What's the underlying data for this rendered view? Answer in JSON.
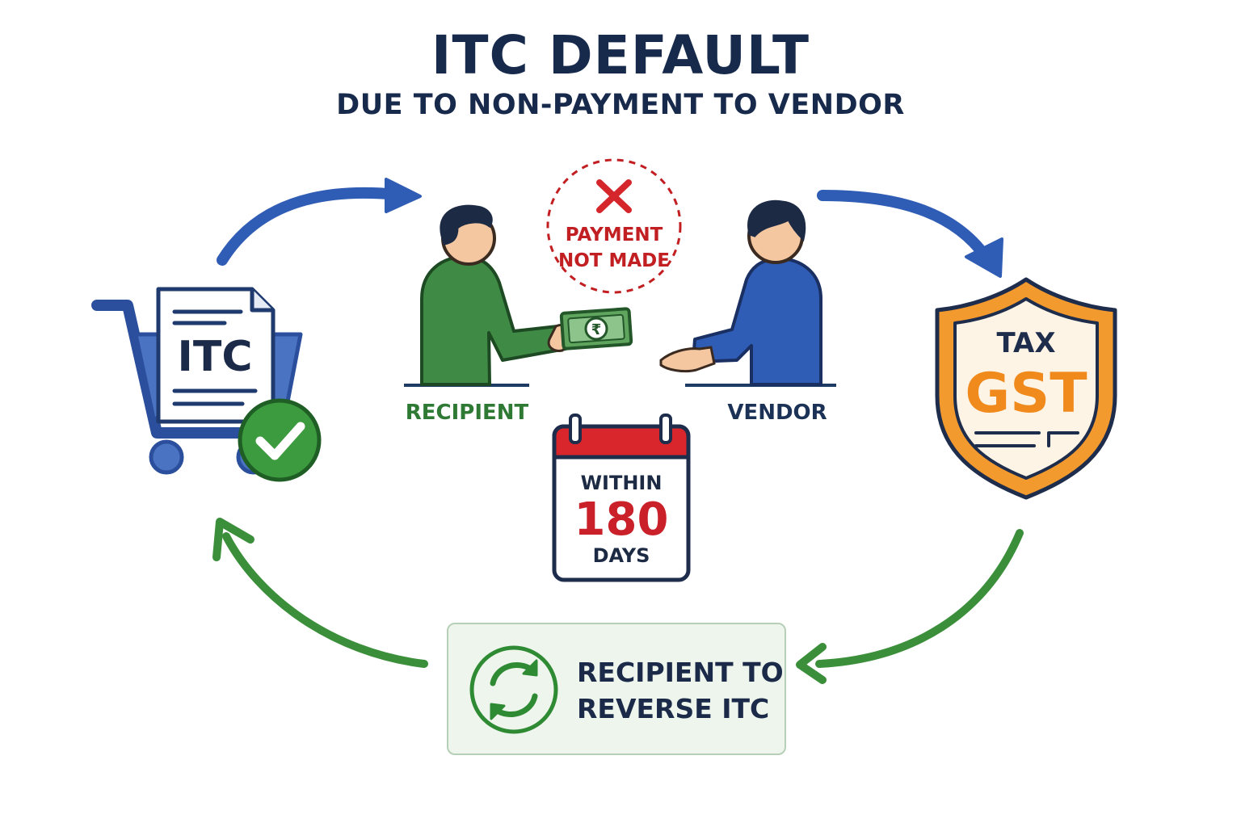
{
  "title": "ITC DEFAULT",
  "subtitle": "DUE TO NON-PAYMENT TO VENDOR",
  "itc_document": {
    "label": "ITC"
  },
  "recipient": {
    "label": "RECIPIENT"
  },
  "vendor": {
    "label": "VENDOR"
  },
  "payment_status": {
    "line1": "PAYMENT",
    "line2": "NOT MADE"
  },
  "calendar": {
    "prefix": "WITHIN",
    "number": "180",
    "unit": "DAYS"
  },
  "tax_shield": {
    "tax": "TAX",
    "gst": "GST"
  },
  "outcome": {
    "line1": "RECIPIENT TO",
    "line2": "REVERSE ITC"
  },
  "colors": {
    "navy": "#172a4c",
    "blue": "#2f5cb4",
    "green": "#3c8f3a",
    "red": "#c9202a",
    "orange": "#f08a1d",
    "shield_fill": "#fdf2e3",
    "box_fill": "#eef5ec"
  },
  "icons": [
    "shopping-cart-icon",
    "document-icon",
    "check-circle-icon",
    "rupee-banknote-icon",
    "cross-icon",
    "calendar-icon",
    "shield-icon",
    "refresh-cycle-icon"
  ]
}
